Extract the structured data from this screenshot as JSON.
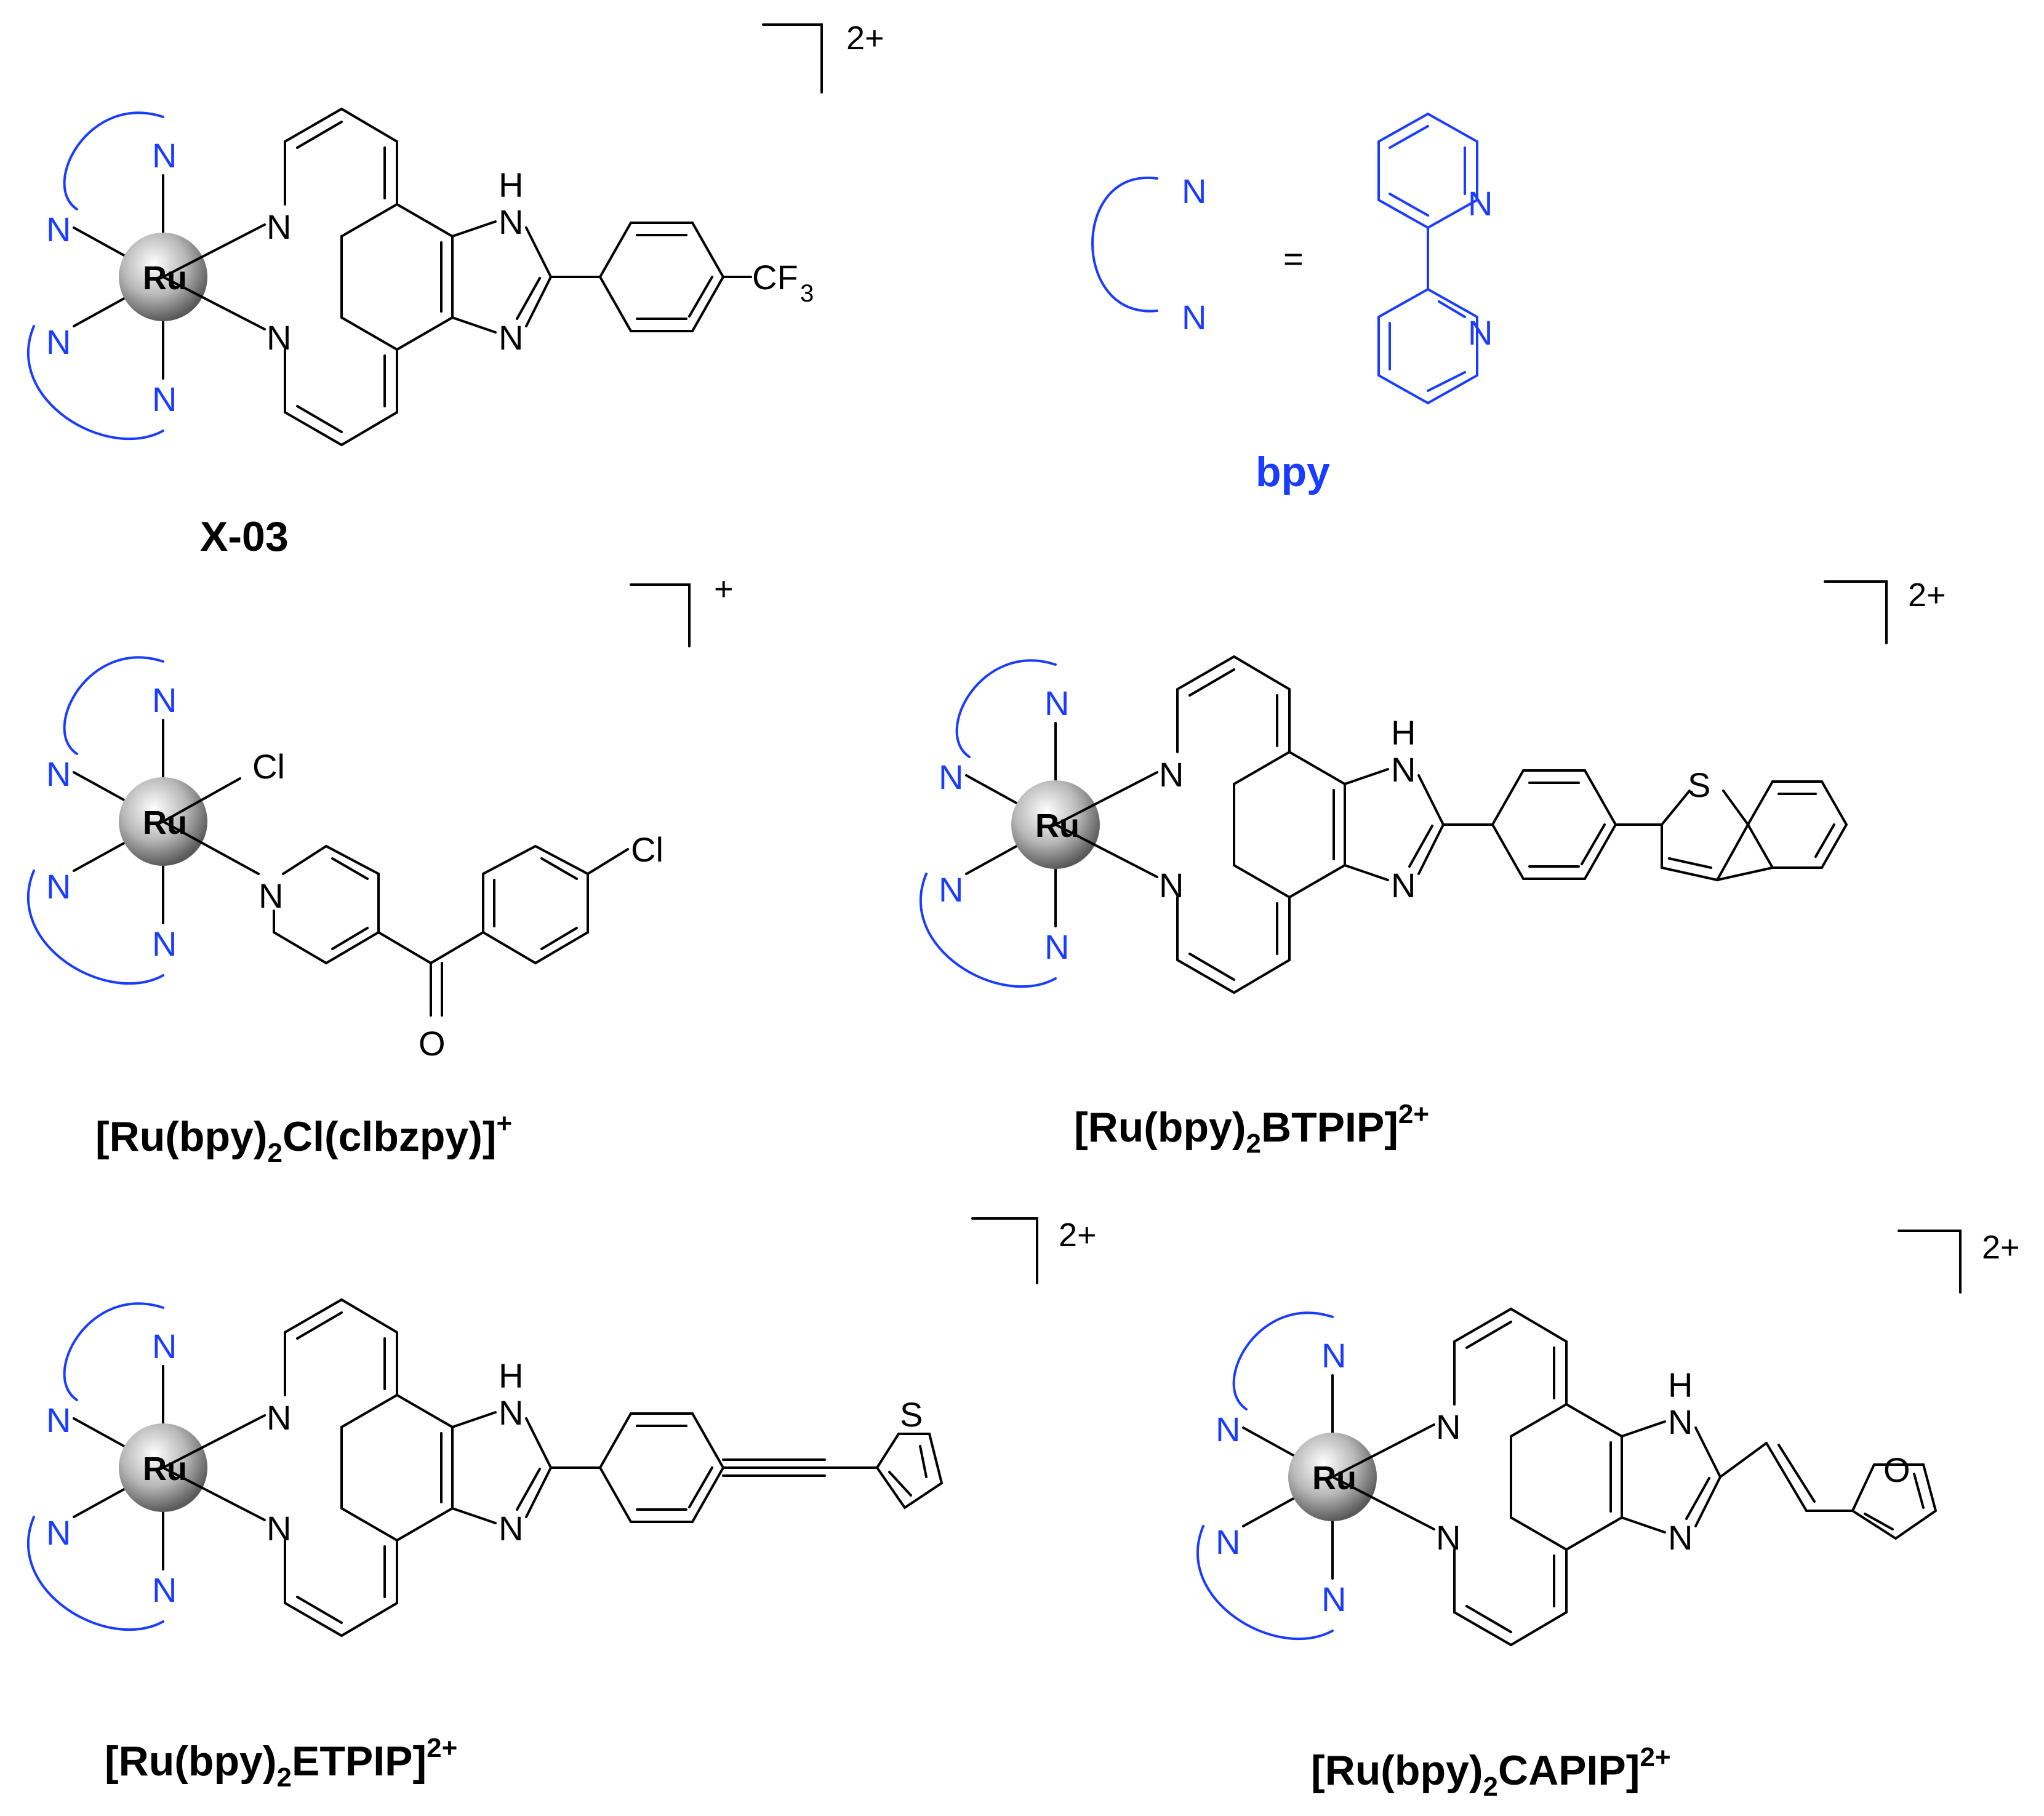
{
  "colors": {
    "ligand_blue": "#1a3cff",
    "bond": "#000000"
  },
  "atoms": {
    "N": "N",
    "Ru": "Ru",
    "Cl": "Cl",
    "O": "O",
    "S": "S",
    "H": "H",
    "CF3_main": "CF",
    "CF3_sub": "3"
  },
  "charges": {
    "two_plus": "2+",
    "one_plus": "+"
  },
  "legend": {
    "equals": "=",
    "bpy": "bpy"
  },
  "labels": {
    "x03": "X-03",
    "clbzpy": {
      "pre": "[Ru(bpy)",
      "sub": "2",
      "post": "Cl(clbzpy)]",
      "sup": "+"
    },
    "btpip": {
      "pre": "[Ru(bpy)",
      "sub": "2",
      "post": "BTPIP]",
      "sup": "2+"
    },
    "etpip": {
      "pre": "[Ru(bpy)",
      "sub": "2",
      "post": "ETPIP]",
      "sup": "2+"
    },
    "capip": {
      "pre": "[Ru(bpy)",
      "sub": "2",
      "post": "CAPIP]",
      "sup": "2+"
    }
  }
}
